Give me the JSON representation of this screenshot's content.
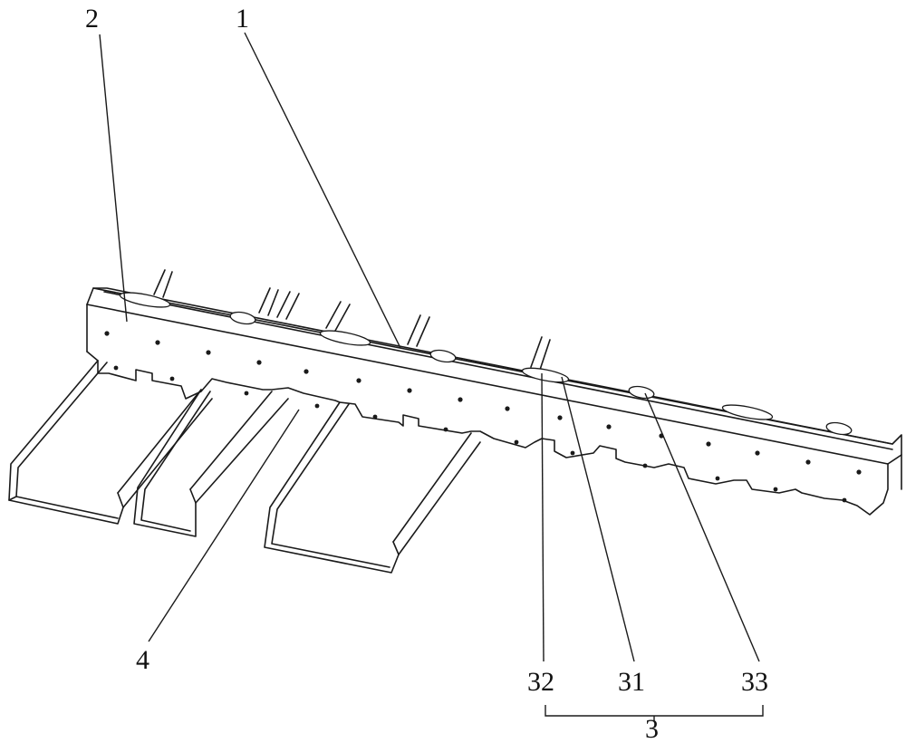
{
  "labels": {
    "beam": "1",
    "plate": "2",
    "channel": "4",
    "slot": "31",
    "notch": "32",
    "round_hole": "33",
    "hole_group": "3"
  }
}
